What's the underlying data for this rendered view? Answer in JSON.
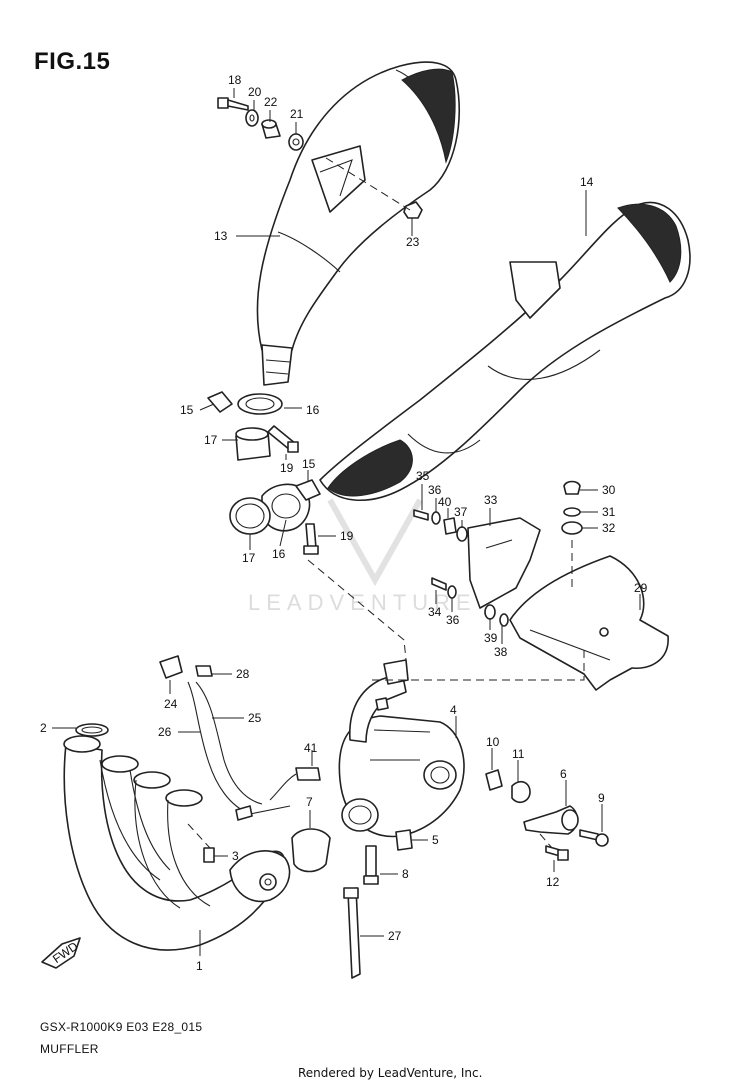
{
  "figure_title": "FIG.15",
  "model_code": "GSX-R1000K9 E03 E28_015",
  "section_name": "MUFFLER",
  "render_credit": "Rendered by LeadVenture, Inc.",
  "watermark_text": "LEADVENTURE",
  "front_marker": "FWD",
  "callouts": [
    "1",
    "2",
    "3",
    "4",
    "5",
    "6",
    "7",
    "8",
    "9",
    "10",
    "11",
    "12",
    "13",
    "14",
    "15",
    "15",
    "16",
    "16",
    "17",
    "17",
    "18",
    "19",
    "19",
    "20",
    "21",
    "22",
    "23",
    "24",
    "25",
    "26",
    "27",
    "28",
    "29",
    "30",
    "31",
    "32",
    "33",
    "34",
    "35",
    "36",
    "36",
    "37",
    "38",
    "39",
    "40",
    "41"
  ]
}
